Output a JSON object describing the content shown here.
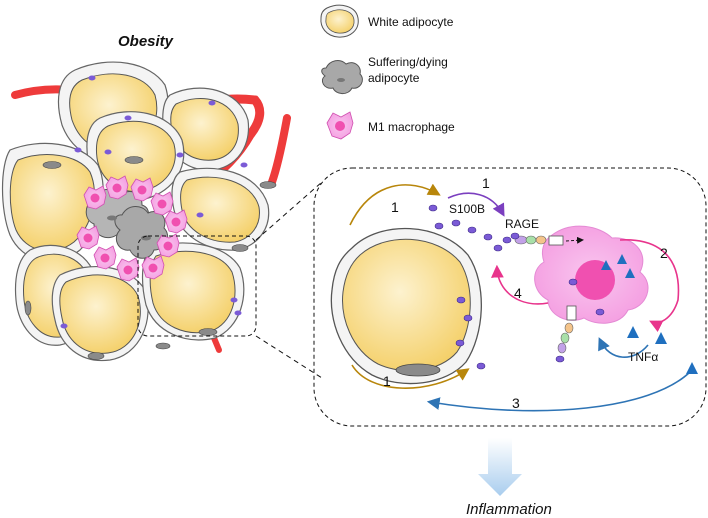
{
  "title_left": "Obesity",
  "legend": {
    "white_adipocyte": "White adipocyte",
    "dying_line1": "Suffering/dying",
    "dying_line2": "adipocyte",
    "macrophage": "M1 macrophage"
  },
  "molecules": {
    "s100b": "S100B",
    "rage": "RAGE",
    "tnfa": "TNFα"
  },
  "steps": {
    "step1_top": "1",
    "step1_purple": "1",
    "step1_bottom": "1",
    "step2": "2",
    "step3": "3",
    "step4": "4"
  },
  "outcome": "Inflammation",
  "colors": {
    "fat": "#f7d57a",
    "fat_light": "#fcefc4",
    "membrane": "#f2f2f2",
    "nucleus": "#8a8a8a",
    "vesicle": "#7b5bd6",
    "macrophage": "#f7a8e6",
    "mac_nucleus": "#f050b0",
    "vessel": "#ee3b3b",
    "tnf": "#1f6fbf",
    "arrow_gold": "#b8860b",
    "arrow_purple": "#7b3fbf",
    "arrow_pink": "#e8348c",
    "arrow_blue": "#2e74b5",
    "inflam_arrow": "#bcd7f0"
  }
}
